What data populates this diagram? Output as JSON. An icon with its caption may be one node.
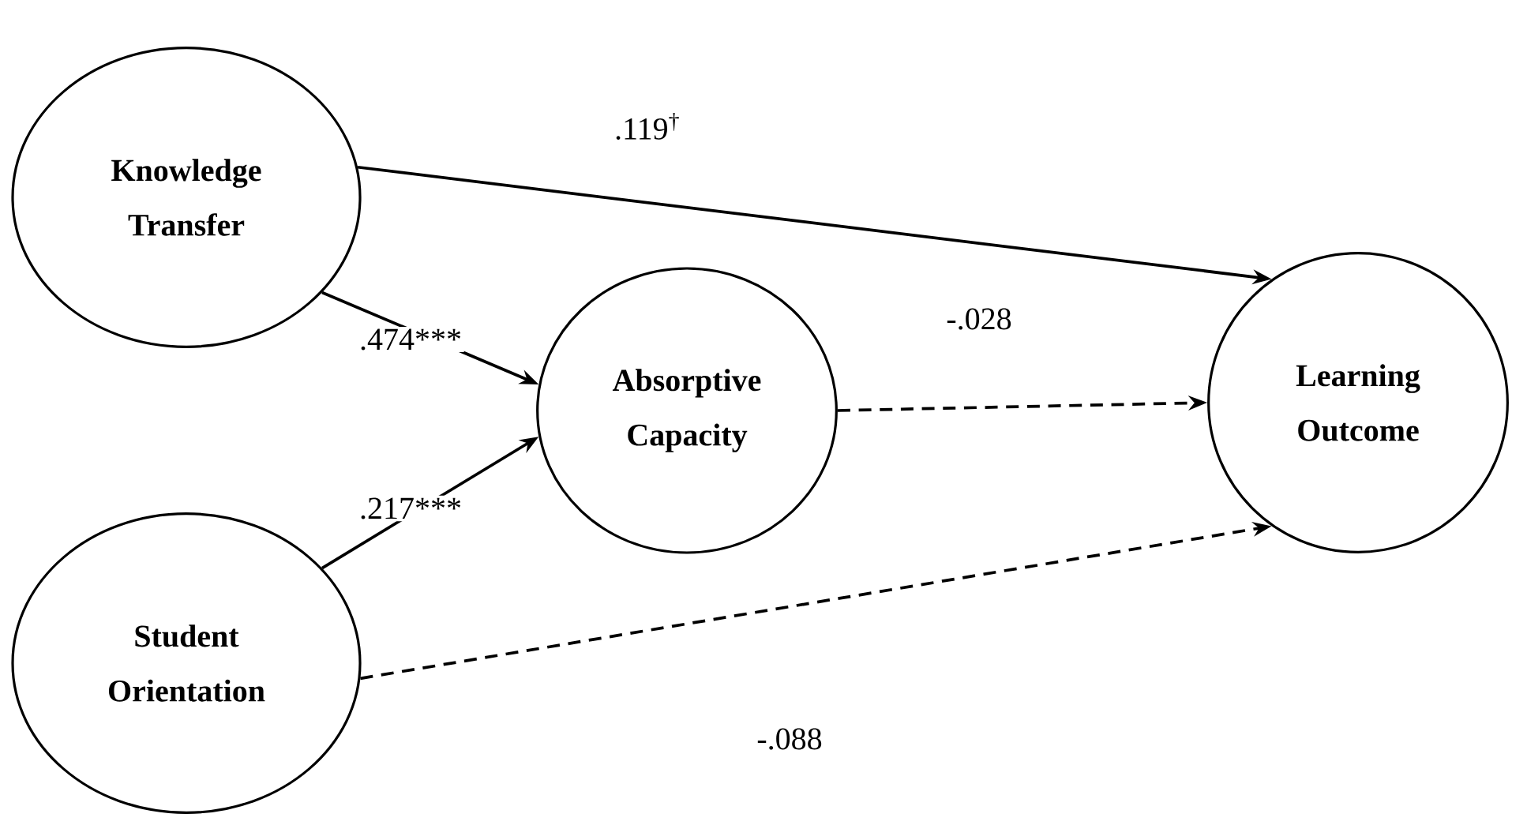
{
  "diagram": {
    "nodes": [
      {
        "text": [
          "Knowledge Transfer"
        ]
      },
      {
        "text": [
          "Student Orientation"
        ]
      },
      {
        "text": [
          "Absorptive Capacity"
        ]
      },
      {
        "text": [
          "Learning Outcome"
        ]
      }
    ],
    "edges": [
      {
        "from": 0,
        "to": 3,
        "arrow": "to",
        "label": ".119$^{†}$"
      },
      {
        "from": 0,
        "to": 2,
        "arrow": "to",
        "label": ".474***"
      },
      {
        "from": 1,
        "to": 2,
        "arrow": "to",
        "label": ".217***"
      },
      {
        "from": 2,
        "to": 3,
        "arrow": "to",
        "label": "-.028",
        "style": "dashed"
      },
      {
        "from": 1,
        "to": 3,
        "arrow": "to",
        "label": "-.088",
        "style": "dashed"
      }
    ]
  }
}
